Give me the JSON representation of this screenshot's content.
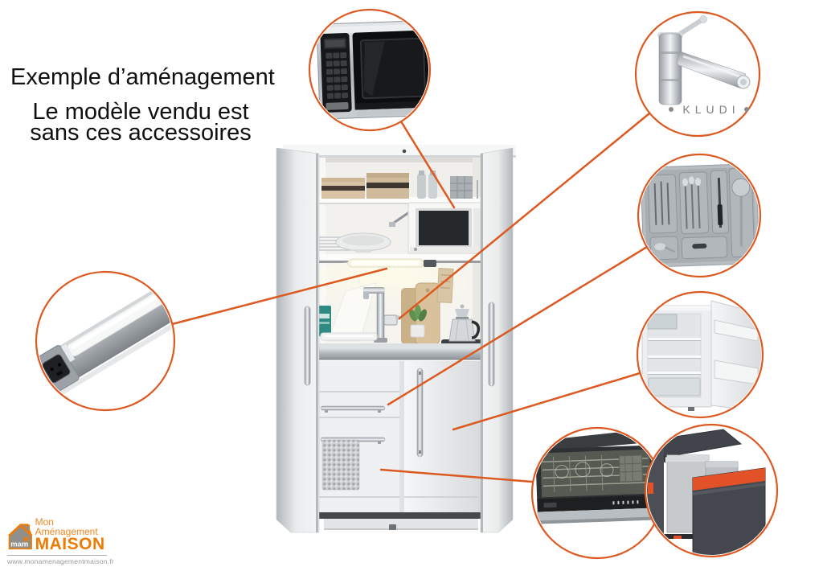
{
  "page": {
    "background": "#ffffff",
    "accent_color": "#DC5A22",
    "text_color": "#101010"
  },
  "header": {
    "title": "Exemple d’aménagement",
    "subtitle_line1": "Le modèle vendu est",
    "subtitle_line2": "sans ces accessoires"
  },
  "callouts": {
    "faucet_brand": "KLUDI",
    "brand_text_color": "#808080",
    "bin_accent_color": "#E25127",
    "items": [
      "microwave-oven",
      "kludi-faucet",
      "cutlery-drawer-insert",
      "under-counter-fridge",
      "compact-dishwasher",
      "pull-out-waste-bins",
      "under-cabinet-light"
    ]
  },
  "logo": {
    "monogram": "mam",
    "line1": "Mon Aménagement",
    "line2": "MAISON",
    "url": "www.monamenagementmaison.fr",
    "orange": "#EE7C04",
    "gray": "#8F8F8B"
  }
}
